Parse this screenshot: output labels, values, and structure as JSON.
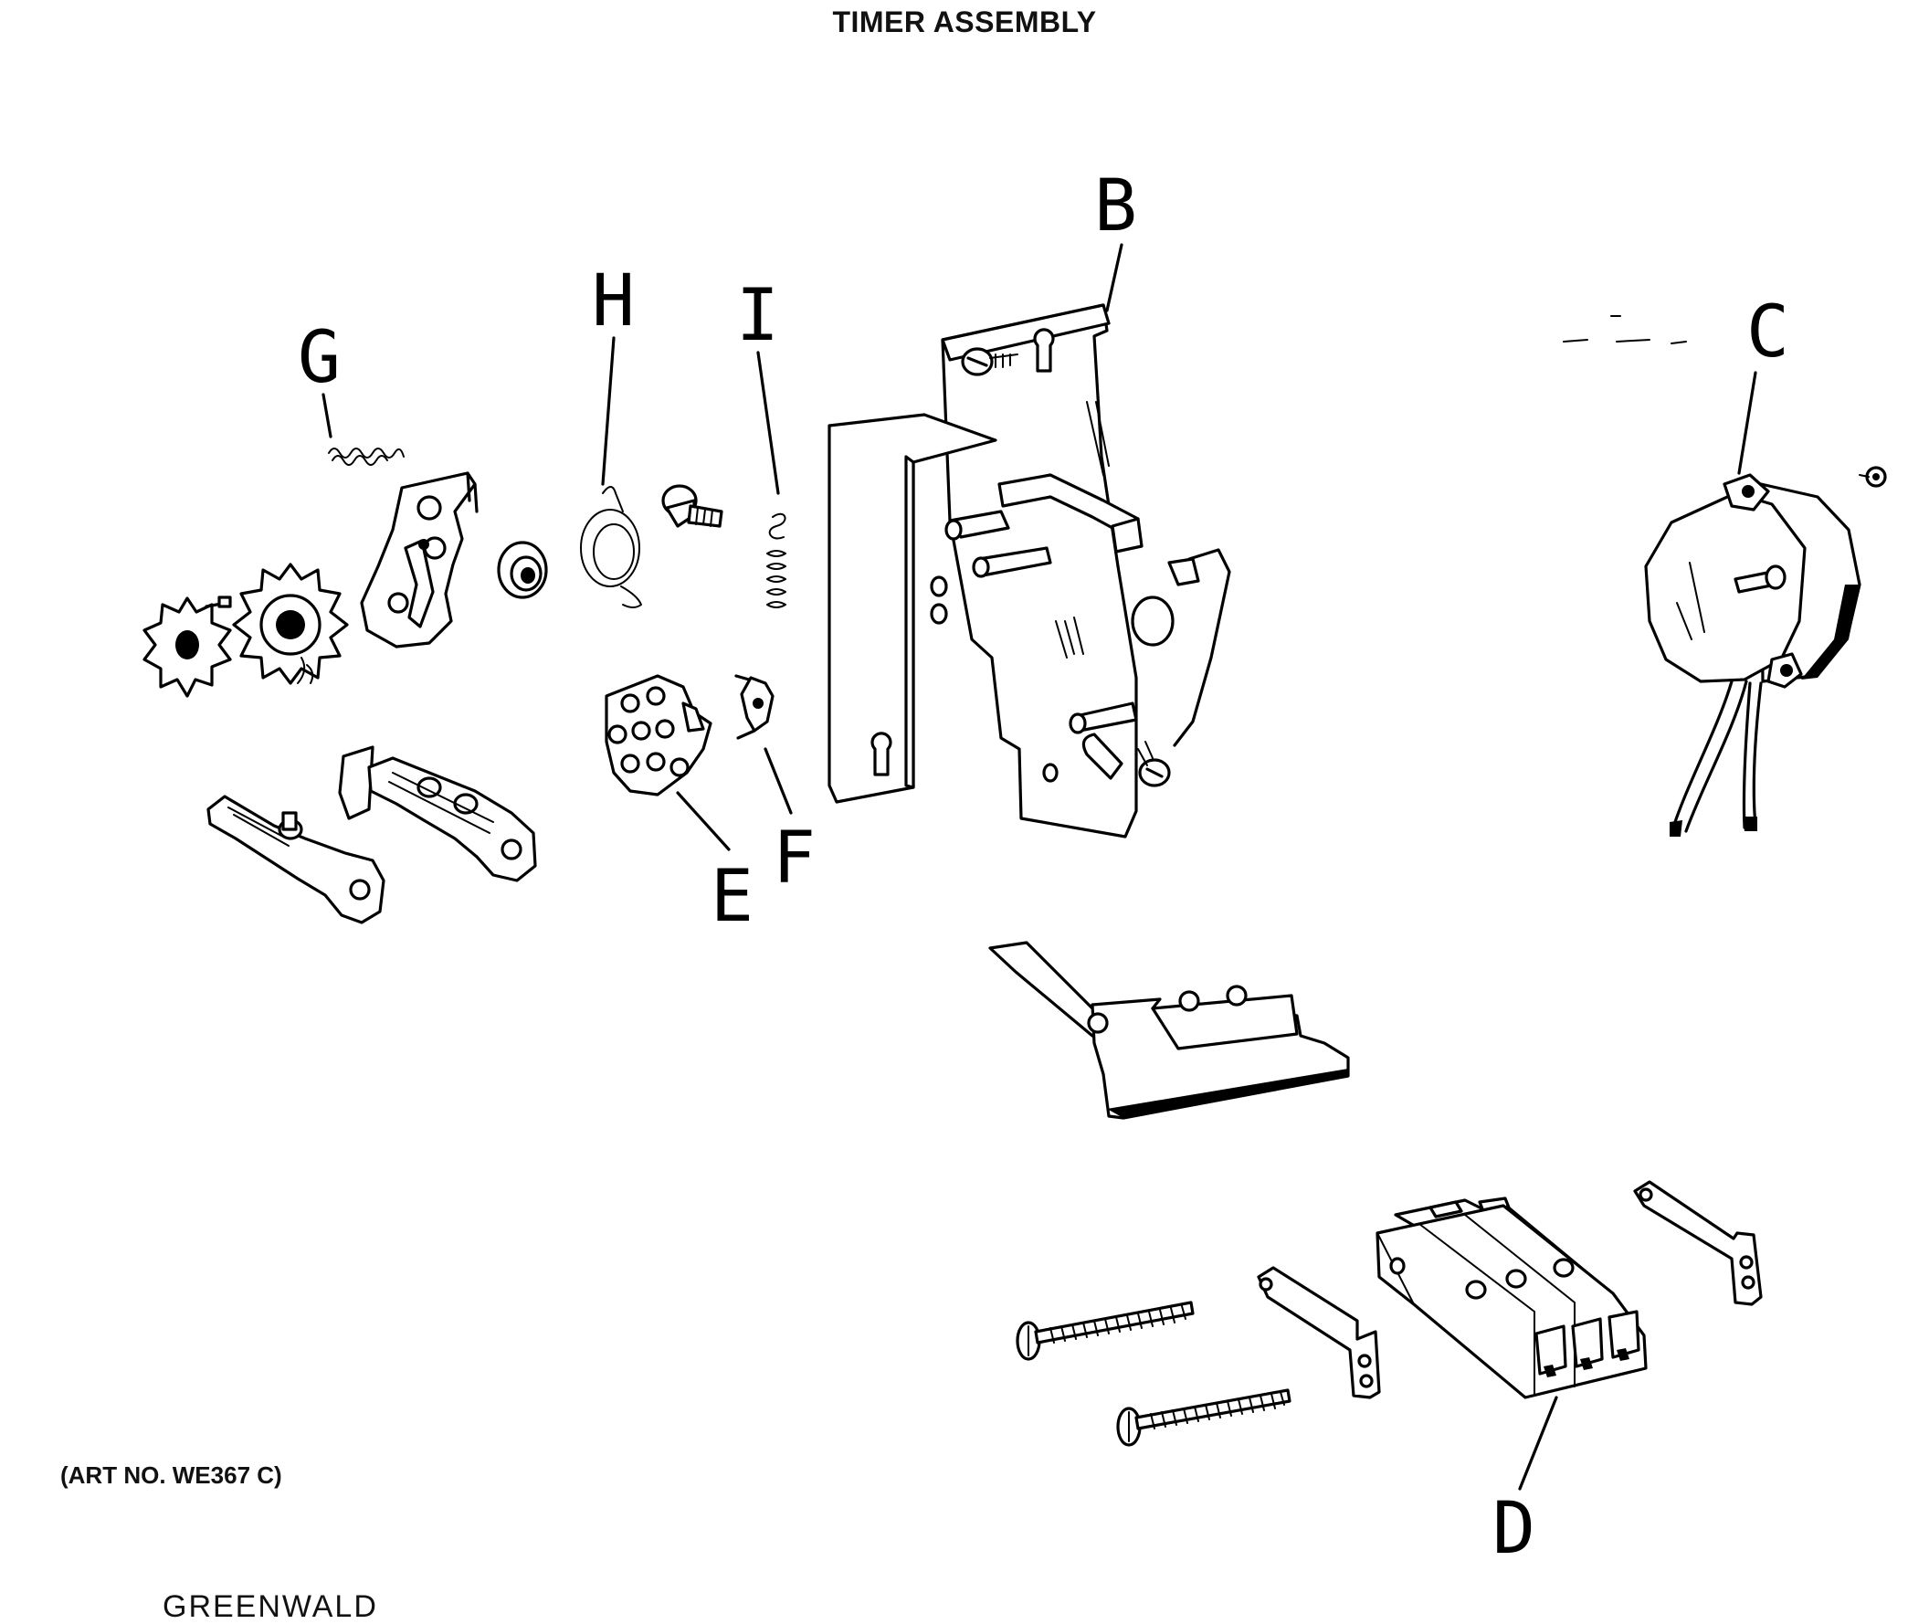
{
  "title": "TIMER ASSEMBLY",
  "art_number": "(ART NO. WE367 C)",
  "footer_text": "GREENWALD",
  "callouts": {
    "B": "B",
    "C": "C",
    "D": "D",
    "E": "E",
    "F": "F",
    "G": "G",
    "H": "H",
    "I": "I"
  }
}
